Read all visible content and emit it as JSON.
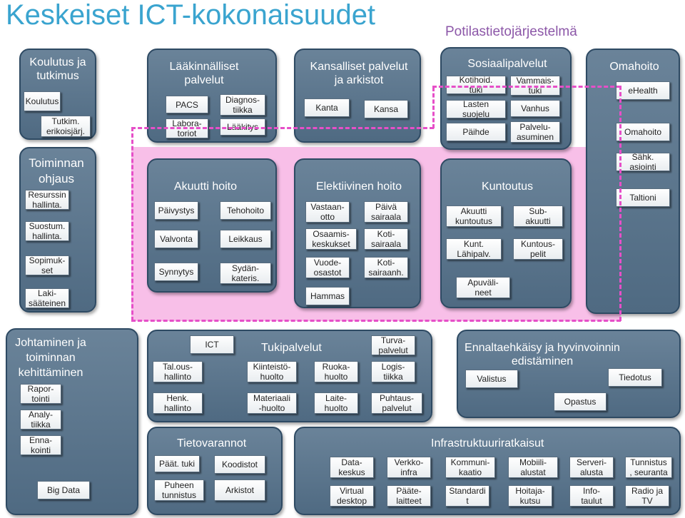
{
  "title": "Keskeiset ICT-kokonaisuudet",
  "subtitle": "Potilastietojärjestelmä",
  "groups": {
    "koulutus": {
      "title": "Koulutus ja\ntutkimus",
      "items": [
        "Koulutus",
        "Tutkim.\nerikoisjärj."
      ]
    },
    "laakinnalliset": {
      "title": "Lääkinnälliset\npalvelut",
      "items": [
        "PACS",
        "Diagnos-\ntiikka",
        "Labora-\ntoriot",
        "Lääkitys"
      ]
    },
    "kansalliset": {
      "title": "Kansalliset palvelut\nja arkistot",
      "items": [
        "Kanta",
        "Kansa"
      ]
    },
    "sosiaali": {
      "title": "Sosiaalipalvelut",
      "items": [
        "Kotihoid.\ntuki",
        "Vammais-\ntuki",
        "Lasten\nsuojelu",
        "Vanhus",
        "Päihde",
        "Palvelu-\nasuminen"
      ]
    },
    "omahoito": {
      "title": "Omahoito",
      "items": [
        "eHealth",
        "Omahoito"
      ]
    },
    "toiminnan": {
      "title": "Toiminnan\nohjaus",
      "items": [
        "Resurssin\nhallinta.",
        "Suostum.\nhallinta.",
        "Sopimuk-\nset",
        "Laki-\nsääteinen"
      ]
    },
    "akuutti": {
      "title": "Akuutti hoito",
      "items": [
        "Päivystys",
        "Tehohoito",
        "Valvonta",
        "Leikkaus",
        "Synnytys",
        "Sydän-\nkateris."
      ]
    },
    "elektiivinen": {
      "title": "Elektiivinen hoito",
      "items": [
        "Vastaan-\notto",
        "Päivä\nsairaala",
        "Osaamis-\nkeskukset",
        "Koti-\nsairaala",
        "Vuode-\nosastot",
        "Koti-\nsairaanh.",
        "Hammas"
      ]
    },
    "kuntoutus": {
      "title": "Kuntoutus",
      "items": [
        "Akuutti\nkuntoutus",
        "Sub-\nakuutti",
        "Kunt.\nLähipalv.",
        "Kuntous-\npelit",
        "Apuväli-\nneet"
      ]
    },
    "sahk": {
      "items": [
        "Sähk.\nasiointi",
        "Taltioni"
      ]
    },
    "johtaminen": {
      "title": "Johtaminen ja\ntoiminnan\nkehittäminen",
      "items": [
        "Rapor-\ntointi",
        "Analy-\ntiikka",
        "Enna-\nkointi",
        "Big Data"
      ]
    },
    "tuki": {
      "title": "Tukipalvelut",
      "items": [
        "ICT",
        "Turva-\npalvelut",
        "Tal.ous-\nhallinto",
        "Kiinteistö-\nhuolto",
        "Ruoka-\nhuolto",
        "Logis-\ntiikka",
        "Henk.\nhallinto",
        "Materiaali\n-huolto",
        "Laite-\nhuolto",
        "Puhtaus-\npalvelut"
      ]
    },
    "ennalta": {
      "title": "Ennaltaehkäisy ja hyvinvoinnin\nedistäminen",
      "items": [
        "Valistus",
        "Tiedotus",
        "Opastus"
      ]
    },
    "tieto": {
      "title": "Tietovarannot",
      "items": [
        "Päät. tuki",
        "Koodistot",
        "Puheen\ntunnistus",
        "Arkistot"
      ]
    },
    "infra": {
      "title": "Infrastruktuuriratkaisut",
      "items": [
        "Data-\nkeskus",
        "Verkko-\ninfra",
        "Kommuni-\nkaatio",
        "Mobiili-\nalustat",
        "Serveri-\nalusta",
        "Tunnistus\n, seuranta",
        "Virtual\ndesktop",
        "Pääte-\nlaitteet",
        "Standardi\nt",
        "Hoitaja-\nkutsu",
        "Info-\ntaulut",
        "Radio ja\nTV"
      ]
    }
  },
  "colors": {
    "title": "#3aa4cf",
    "subtitle": "#8c57a8",
    "group": "#5a748c",
    "highlight": "#f8bfe8",
    "dash": "#e64fc8"
  }
}
